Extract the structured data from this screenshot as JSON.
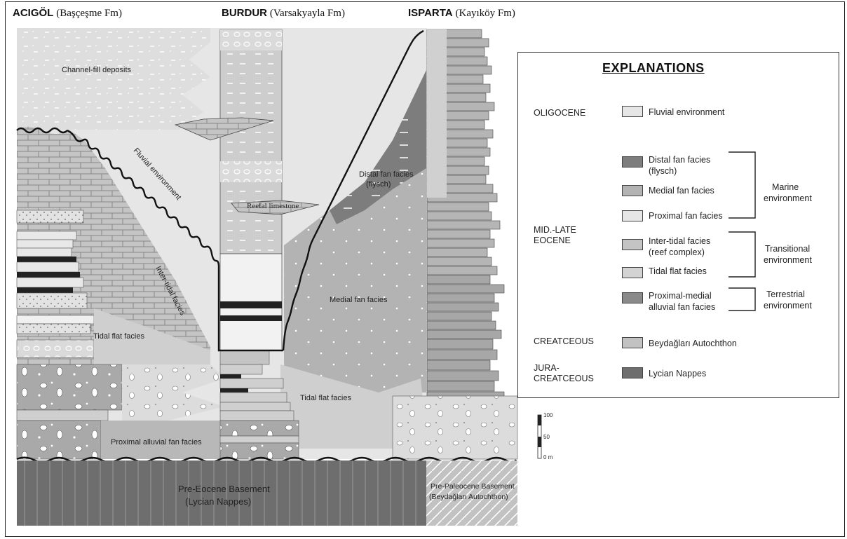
{
  "columns": {
    "acigol": {
      "name": "ACIGÖL",
      "formation": "(Başçeşme Fm)"
    },
    "burdur": {
      "name": "BURDUR",
      "formation": "(Varsakyayla Fm)"
    },
    "isparta": {
      "name": "ISPARTA",
      "formation": "(Kayıköy Fm)"
    }
  },
  "diagram_labels": {
    "channel_fill": "Channel-fill deposits",
    "fluvial": "Fluvial environment",
    "distal_fan": "Distal fan facies",
    "distal_fan_sub": "(flysch)",
    "reefal": "Reefal limestone",
    "inter_tidal": "Inter-tidal facies",
    "medial_fan": "Medial fan facies",
    "tidal_flat_left": "Tidal flat facies",
    "tidal_flat_center": "Tidal flat facies",
    "proximal_alluvial": "Proximal alluvial fan facies",
    "pre_eocene": "Pre-Eocene Basement",
    "pre_eocene_sub": "(Lycian Nappes)",
    "pre_paleocene": "Pre-Paleocene Basement",
    "pre_paleocene_sub": "(Beydağları Autochthon)"
  },
  "legend": {
    "title": "EXPLANATIONS",
    "ages": {
      "oligocene": "OLIGOCENE",
      "eocene_1": "MID.-LATE",
      "eocene_2": "EOCENE",
      "cretaceous": "CREATCEOUS",
      "jura_1": "JURA-",
      "jura_2": "CREATCEOUS"
    },
    "items": {
      "fluvial": "Fluvial environment",
      "distal_1": "Distal fan facies",
      "distal_2": "(flysch)",
      "medial": "Medial fan facies",
      "proximal": "Proximal fan facies",
      "intertidal_1": "Inter-tidal facies",
      "intertidal_2": "(reef complex)",
      "tidal_flat": "Tidal flat facies",
      "prox_medial_1": "Proximal-medial",
      "prox_medial_2": "alluvial fan facies",
      "beydaglari": "Beydağları Autochthon",
      "lycian": "Lycian Nappes"
    },
    "environments": {
      "marine_1": "Marine",
      "marine_2": "environment",
      "transitional_1": "Transitional",
      "transitional_2": "environment",
      "terrestrial_1": "Terrestrial",
      "terrestrial_2": "environment"
    }
  },
  "scale": {
    "top": "100",
    "mid": "50",
    "bottom": "0 m"
  },
  "colors": {
    "fluvial": "#e6e6e6",
    "distal": "#7d7d7d",
    "medial": "#b3b3b3",
    "proximal": "#dcdcdc",
    "intertidal": "#c4c4c4",
    "tidal": "#cfcfcf",
    "basement": "#6e6e6e",
    "beydaglari": "#bdbdbd"
  }
}
